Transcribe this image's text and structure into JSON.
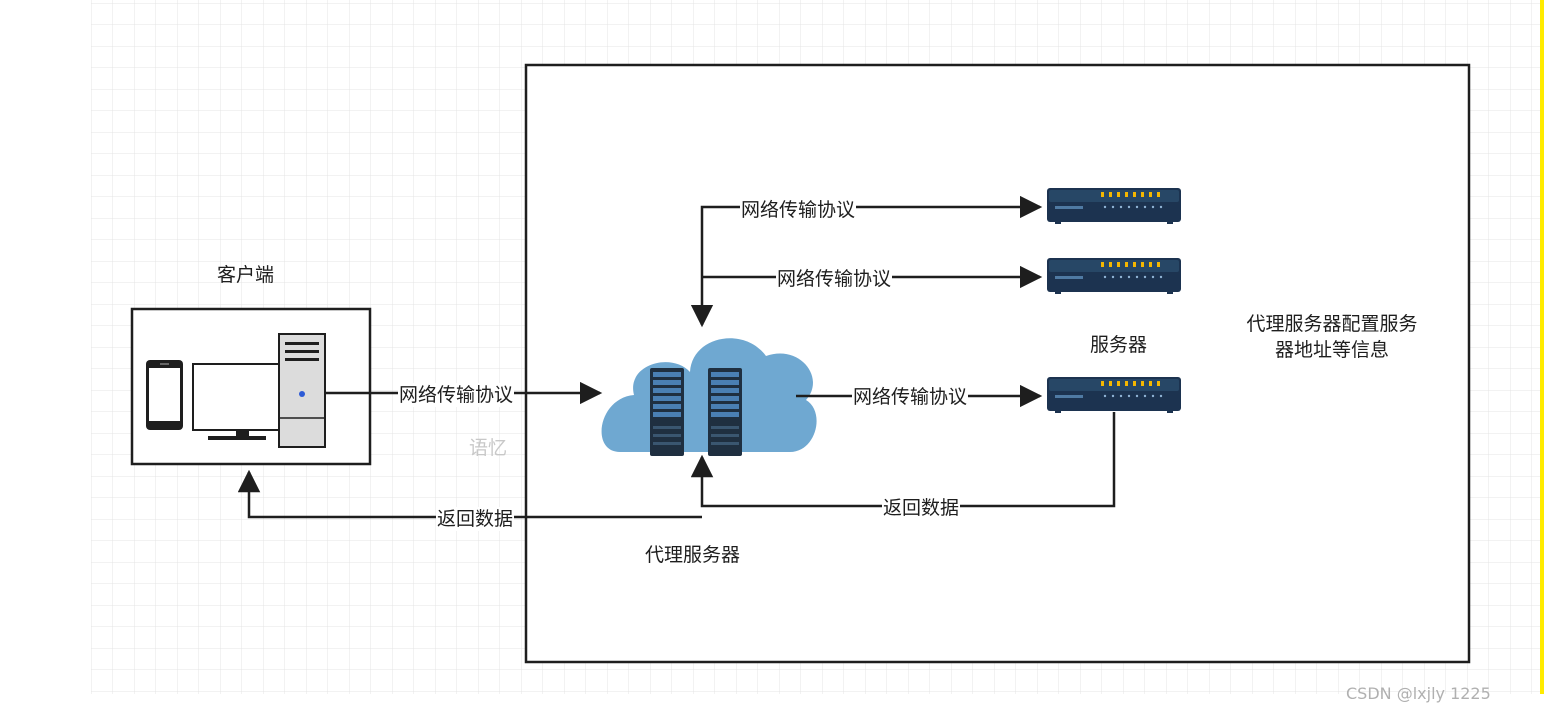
{
  "colors": {
    "grid": "#e6e6e6",
    "line": "#1e1e1e",
    "cloud": "#6fa8d1",
    "server_dark": "#1c3350",
    "server_led": "#f5b700",
    "accent_edge": "#ffeb00"
  },
  "client": {
    "title": "客户端",
    "icons": [
      "phone-icon",
      "monitor-icon",
      "tower-pc-icon"
    ]
  },
  "proxy": {
    "title": "代理服务器",
    "icon": "cloud-server-icon"
  },
  "servers": {
    "title": "服务器",
    "count": 3,
    "icon": "rack-server-icon"
  },
  "note": {
    "line1": "代理服务器配置服务",
    "line2": "器地址等信息"
  },
  "edges": {
    "client_to_proxy": "网络传输协议",
    "proxy_to_server_1": "网络传输协议",
    "proxy_to_server_2": "网络传输协议",
    "proxy_to_server_3": "网络传输协议",
    "server_to_proxy_return": "返回数据",
    "proxy_to_client_return": "返回数据"
  },
  "watermark": "语忆",
  "footer": "CSDN @lxjly 1225"
}
